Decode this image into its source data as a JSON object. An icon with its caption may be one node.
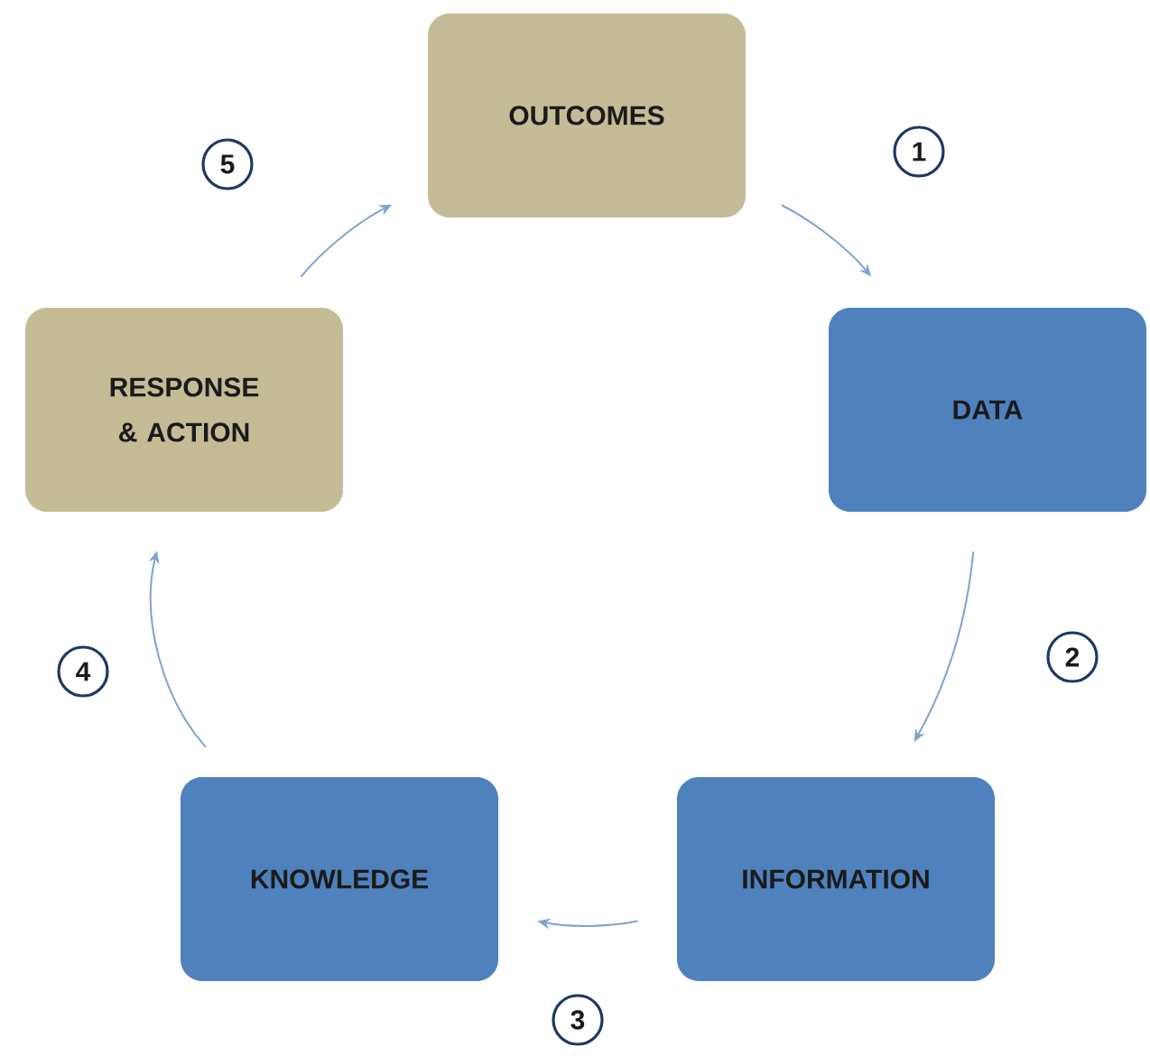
{
  "diagram": {
    "nodes": [
      {
        "text": [
          "OUTCOMES"
        ]
      },
      {
        "text": [
          "DATA"
        ]
      },
      {
        "text": [
          "INFORMATION"
        ]
      },
      {
        "text": [
          "KNOWLEDGE"
        ]
      },
      {
        "text": [
          "RESPONSE & ACTION"
        ]
      }
    ],
    "edges": [
      {
        "from": 0,
        "to": 1,
        "arrow": "to",
        "label": "1"
      },
      {
        "from": 1,
        "to": 2,
        "arrow": "to",
        "label": "2"
      },
      {
        "from": 2,
        "to": 3,
        "arrow": "to",
        "label": "3"
      },
      {
        "from": 3,
        "to": 4,
        "arrow": "to",
        "label": "4"
      },
      {
        "from": 4,
        "to": 0,
        "arrow": "to",
        "label": "5"
      }
    ]
  }
}
